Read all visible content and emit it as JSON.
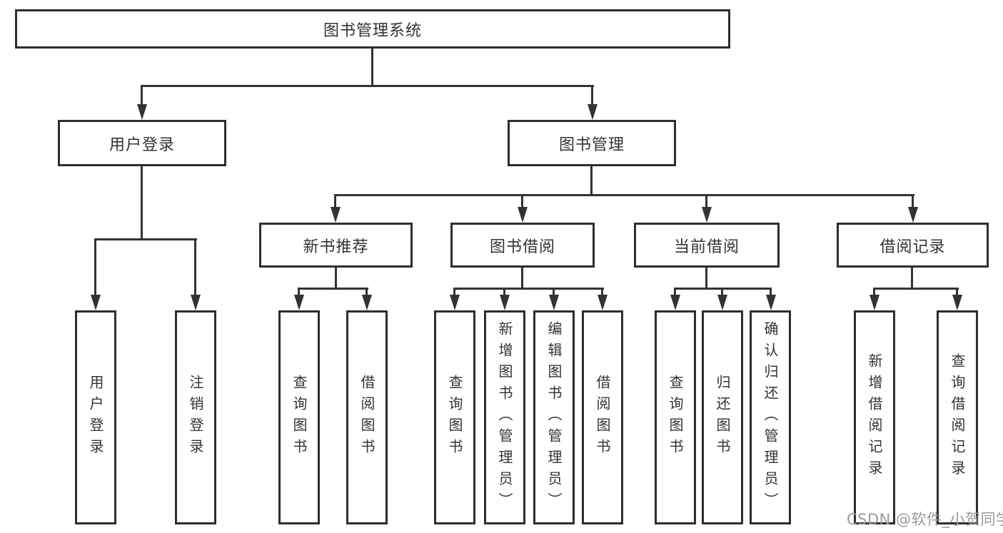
{
  "root": {
    "label": "图书管理系统"
  },
  "level2": {
    "user_login": {
      "label": "用户登录"
    },
    "book_mgmt": {
      "label": "图书管理"
    }
  },
  "level3": {
    "new_books": {
      "label": "新书推荐"
    },
    "borrow": {
      "label": "图书借阅"
    },
    "current": {
      "label": "当前借阅"
    },
    "records": {
      "label": "借阅记录"
    }
  },
  "leaves": [
    {
      "label": "用户登录"
    },
    {
      "label": "注销登录"
    },
    {
      "label": "查询图书"
    },
    {
      "label": "借阅图书"
    },
    {
      "label": "查询图书"
    },
    {
      "label": "新增图书（管理员）"
    },
    {
      "label": "编辑图书（管理员）"
    },
    {
      "label": "借阅图书"
    },
    {
      "label": "查询图书"
    },
    {
      "label": "归还图书"
    },
    {
      "label": "确认归还（管理员）"
    },
    {
      "label": "新增借阅记录"
    },
    {
      "label": "查询借阅记录"
    }
  ],
  "watermark": "CSDN @软件_小贺同学",
  "colors": {
    "line": "#333333",
    "box_border": "#2e2e2e",
    "text": "#333333",
    "watermark": "#9b9b9b",
    "background": "#ffffff"
  }
}
